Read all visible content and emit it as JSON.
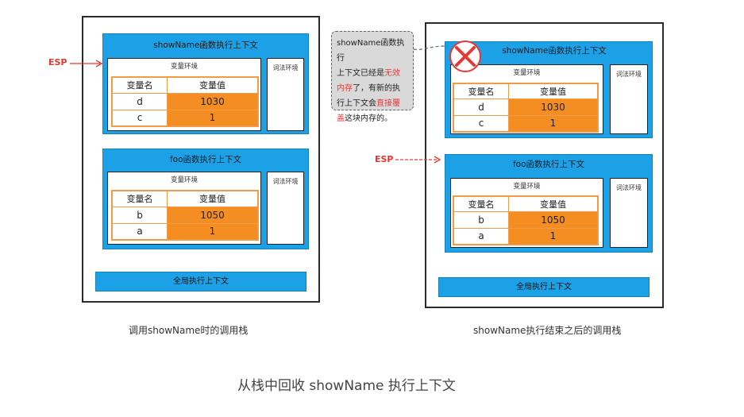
{
  "left": {
    "showname_ctx_title": "showName函数执行上下文",
    "foo_ctx_title": "foo函数执行上下文",
    "global_label": "全局执行上下文",
    "esp_label": "ESP",
    "caption": "调用showName时的调用栈",
    "showname_var_title": "变量环境",
    "showname_lex_title": "词法环境",
    "foo_var_title": "变量环境",
    "foo_lex_title": "词法环境",
    "header_name": "变量名",
    "header_value": "变量值",
    "showname_rows": [
      {
        "name": "d",
        "value": "1030"
      },
      {
        "name": "c",
        "value": "1"
      }
    ],
    "foo_rows": [
      {
        "name": "b",
        "value": "1050"
      },
      {
        "name": "a",
        "value": "1"
      }
    ]
  },
  "right": {
    "showname_ctx_title": "showName函数执行上下文",
    "foo_ctx_title": "foo函数执行上下文",
    "global_label": "全局执行上下文",
    "esp_label": "ESP",
    "caption": "showName执行结束之后的调用栈",
    "showname_var_title": "变量环境",
    "showname_lex_title": "词法环境",
    "foo_var_title": "变量环境",
    "foo_lex_title": "词法环境",
    "header_name": "变量名",
    "header_value": "变量值",
    "showname_rows": [
      {
        "name": "d",
        "value": "1030"
      },
      {
        "name": "c",
        "value": "1"
      }
    ],
    "foo_rows": [
      {
        "name": "b",
        "value": "1050"
      },
      {
        "name": "a",
        "value": "1"
      }
    ]
  },
  "note": {
    "line1": "showName函数执行",
    "line2a": "上下文已经是",
    "line2b": "无效",
    "line3a": "内存",
    "line3b": "了，有新的执",
    "line4a": "行上下文会",
    "line4b": "直接覆",
    "line5a": "盖",
    "line5b": "这块内存的。"
  },
  "main_caption": "从栈中回收 showName 执行上下文",
  "colors": {
    "context_blue": "#1da1e6",
    "value_orange": "#f58e22",
    "table_border_orange": "#f29a45",
    "esp_red": "#e53935"
  }
}
